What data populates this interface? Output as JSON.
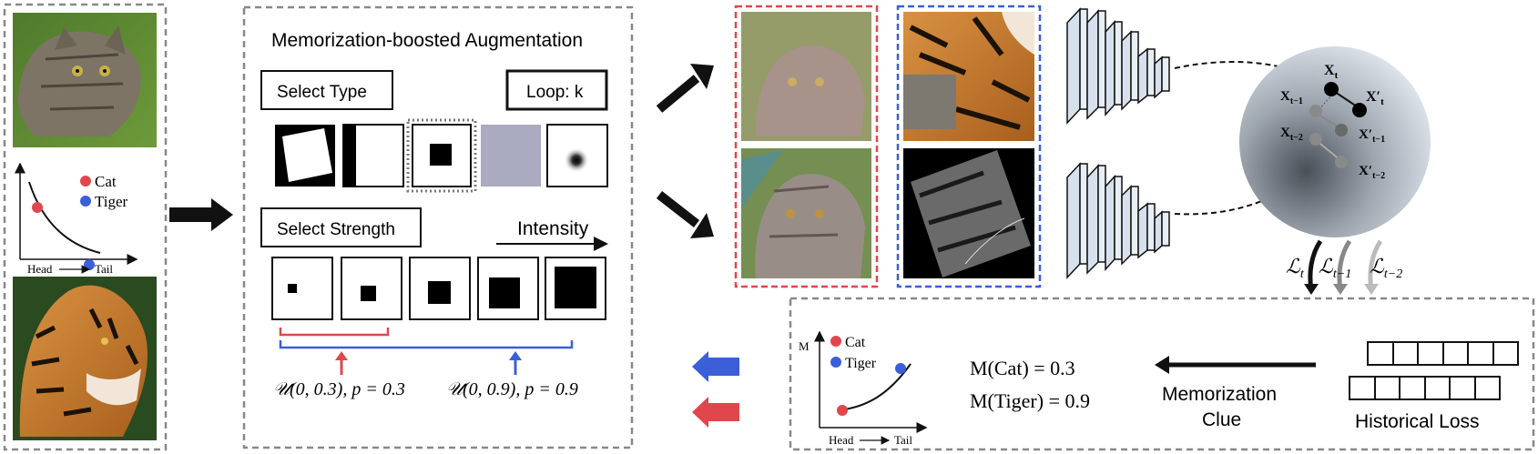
{
  "left_panel": {
    "legend_cat": "Cat",
    "legend_tiger": "Tiger",
    "axis_head": "Head",
    "axis_tail": "Tail"
  },
  "augmentation": {
    "title": "Memorization-boosted Augmentation",
    "select_type": "Select Type",
    "loop": "Loop: k",
    "select_strength": "Select Strength",
    "intensity": "Intensity",
    "dist_cat": "𝒰(0, 0.3), p = 0.3",
    "dist_tiger": "𝒰(0, 0.9), p = 0.9"
  },
  "embedding": {
    "x_t": "X",
    "x_t_sub": "t",
    "x_tm1": "X",
    "x_tm1_sub": "t−1",
    "x_tm2": "X",
    "x_tm2_sub": "t−2",
    "xp_t": "X′",
    "xp_t_sub": "t",
    "xp_tm1": "X′",
    "xp_tm1_sub": "t−1",
    "xp_tm2": "X′",
    "xp_tm2_sub": "t−2"
  },
  "losses": {
    "l_t": "ℒ",
    "l_t_sub": "t",
    "l_tm1": "ℒ",
    "l_tm1_sub": "t−1",
    "l_tm2": "ℒ",
    "l_tm2_sub": "t−2"
  },
  "memorization": {
    "m_axis": "M",
    "legend_cat": "Cat",
    "legend_tiger": "Tiger",
    "axis_head": "Head",
    "axis_tail": "Tail",
    "m_cat": "M(Cat) = 0.3",
    "m_tiger": "M(Tiger) = 0.9",
    "clue_line1": "Memorization",
    "clue_line2": "Clue",
    "historical_loss": "Historical Loss"
  },
  "colors": {
    "red": "#e0474c",
    "blue": "#3a5fd9",
    "dash_gray": "#888888",
    "cnn_fill": "#d7e1ee"
  }
}
